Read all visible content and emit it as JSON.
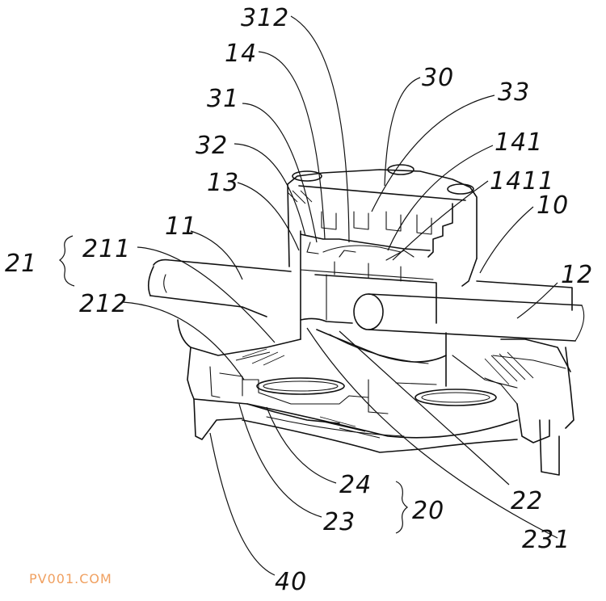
{
  "labels": {
    "l312": "312",
    "l14": "14",
    "l31": "31",
    "l30": "30",
    "l33": "33",
    "l32": "32",
    "l141": "141",
    "l13": "13",
    "l1411": "1411",
    "l11": "11",
    "l10": "10",
    "l21": "21",
    "l211": "211",
    "l12": "12",
    "l212": "212",
    "l24": "24",
    "l20": "20",
    "l23": "23",
    "l22": "22",
    "l231": "231",
    "l40": "40"
  },
  "watermark": "PV001.COM"
}
